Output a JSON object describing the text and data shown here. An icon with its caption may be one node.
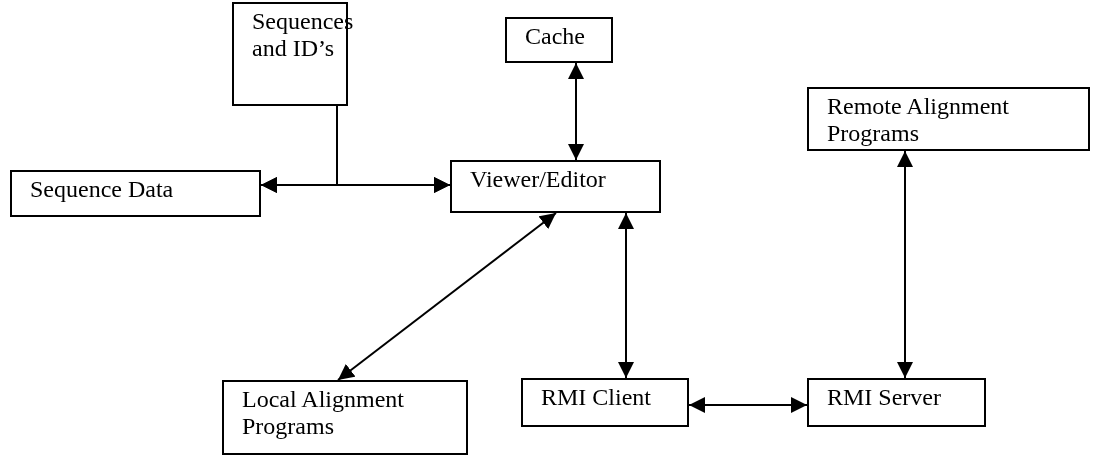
{
  "diagram": {
    "nodes": [
      {
        "text": [
          "Sequences and ID’s"
        ]
      },
      {
        "text": [
          "Cache"
        ]
      },
      {
        "text": [
          "Sequence Data"
        ]
      },
      {
        "text": [
          "Viewer/Editor"
        ]
      },
      {
        "text": [
          "Remote Alignment Programs"
        ]
      },
      {
        "text": [
          "Local Alignment Programs"
        ]
      },
      {
        "text": [
          "RMI Client"
        ]
      },
      {
        "text": [
          "RMI Server"
        ]
      }
    ],
    "edges": [
      {
        "from": 0,
        "to": 2,
        "arrow": "to"
      },
      {
        "from": 0,
        "to": 3,
        "arrow": "to"
      },
      {
        "from": 2,
        "to": 3,
        "arrow": "both"
      },
      {
        "from": 1,
        "to": 3,
        "arrow": "both"
      },
      {
        "from": 3,
        "to": 5,
        "arrow": "both"
      },
      {
        "from": 3,
        "to": 6,
        "arrow": "both"
      },
      {
        "from": 6,
        "to": 7,
        "arrow": "both"
      },
      {
        "from": 4,
        "to": 7,
        "arrow": "both"
      }
    ]
  }
}
